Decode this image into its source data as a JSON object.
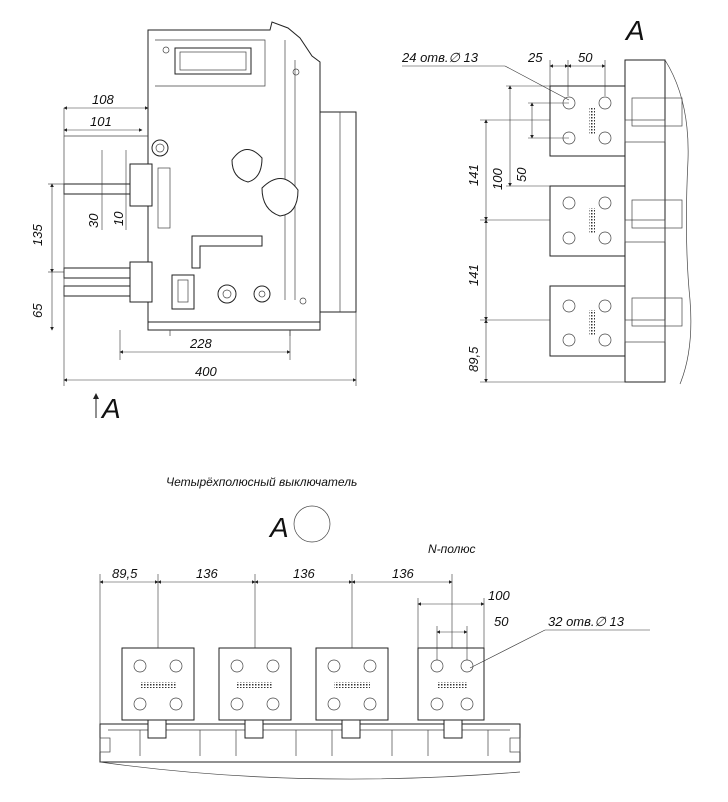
{
  "view_label": "A",
  "view_label_top": "A",
  "view_label_bottom": "A",
  "top_left": {
    "dims": {
      "w108": "108",
      "w101": "101",
      "h135": "135",
      "h30": "30",
      "h10": "10",
      "h65": "65",
      "w228": "228",
      "w400": "400"
    }
  },
  "top_right": {
    "holes_note": "24 отв.∅ 13",
    "dims": {
      "d25": "25",
      "d50": "50",
      "d141a": "141",
      "d100": "100",
      "d50v": "50",
      "d141b": "141",
      "d89": "89,5"
    }
  },
  "bottom": {
    "title": "Четырёхполюсный выключатель",
    "n_pole": "N-полюс",
    "holes_note": "32 отв.∅ 13",
    "dims": {
      "d89": "89,5",
      "d136a": "136",
      "d136b": "136",
      "d136c": "136",
      "d100": "100",
      "d50": "50"
    }
  }
}
